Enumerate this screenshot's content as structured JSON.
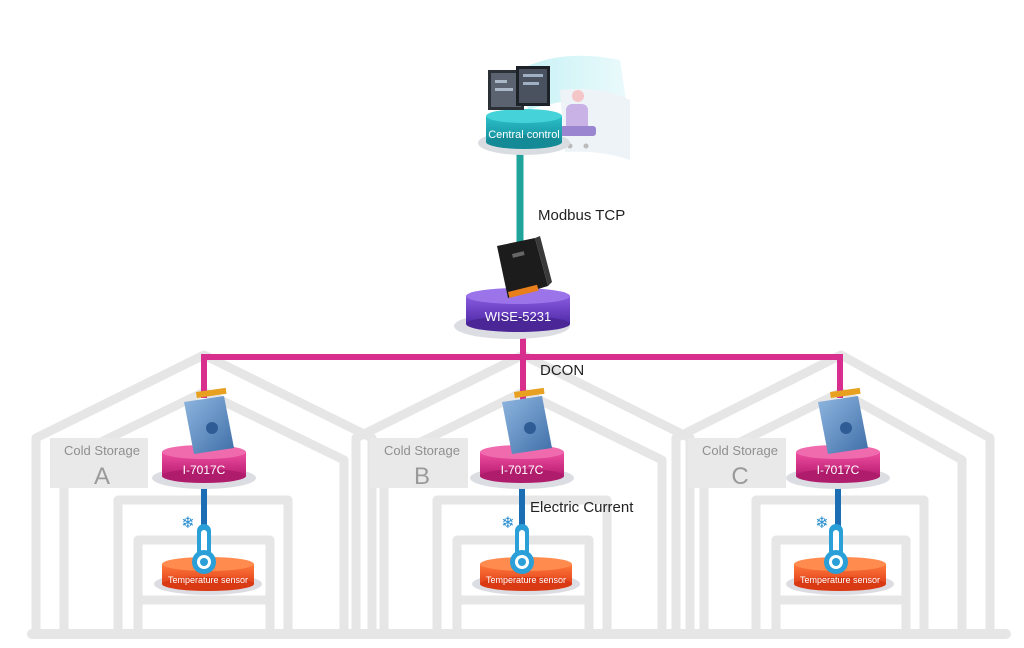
{
  "central": {
    "label": "Central control",
    "color": "#1ea5b3"
  },
  "gateway": {
    "label": "WISE-5231",
    "color": "#6a3fc7"
  },
  "links": {
    "top_protocol": "Modbus TCP",
    "top_color": "#1fa39a",
    "bus_protocol": "DCON",
    "bus_color": "#d82f8f",
    "sensor_link_label": "Electric Current",
    "sensor_link_color": "#1b6eb4"
  },
  "storages": [
    {
      "title": "Cold Storage",
      "letter": "A",
      "module": "I-7017C",
      "sensor": "Temperature sensor"
    },
    {
      "title": "Cold Storage",
      "letter": "B",
      "module": "I-7017C",
      "sensor": "Temperature sensor"
    },
    {
      "title": "Cold Storage",
      "letter": "C",
      "module": "I-7017C",
      "sensor": "Temperature sensor"
    }
  ],
  "colors": {
    "module_disc": "#d8368c",
    "sensor_disc": "#f2582a",
    "warehouse_outline": "#e6e6e6",
    "thermometer": "#2a9fd8",
    "snowflake": "#2a8fd0"
  },
  "icons": [
    "monitor-icon",
    "engineer-icon",
    "gateway-device-icon",
    "io-module-icon",
    "thermometer-icon",
    "snowflake-icon"
  ]
}
